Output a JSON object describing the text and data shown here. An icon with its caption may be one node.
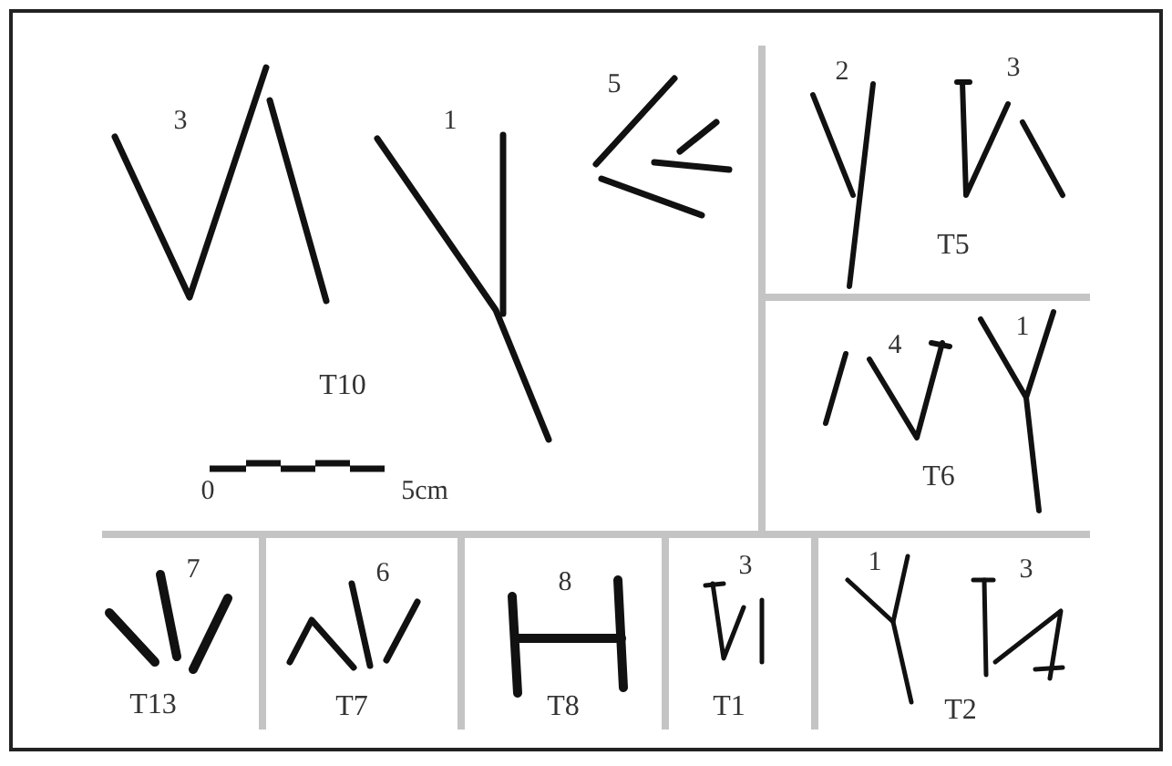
{
  "diagram": {
    "nodes": [
      {
        "text": [
          "3",
          "1",
          "5",
          "T10"
        ]
      },
      {
        "text": [
          "2",
          "3",
          "T5"
        ]
      },
      {
        "text": [
          "4",
          "1",
          "T6"
        ]
      },
      {
        "text": [
          "7",
          "T13"
        ]
      },
      {
        "text": [
          "6",
          "T7"
        ]
      },
      {
        "text": [
          "8",
          "T8"
        ]
      },
      {
        "text": [
          "3",
          "T1"
        ]
      },
      {
        "text": [
          "1",
          "3",
          "T2"
        ]
      }
    ],
    "labels": [
      "0",
      "5cm"
    ]
  }
}
